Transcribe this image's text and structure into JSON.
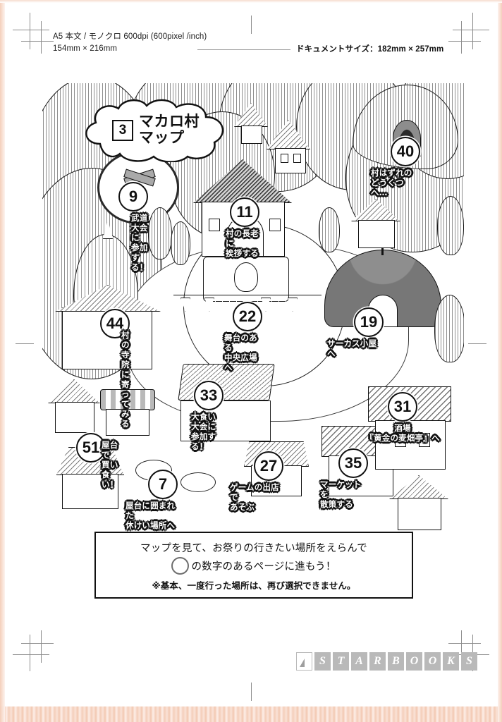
{
  "header": {
    "spec_left": "A5 本文 / モノクロ 600dpi (600pixel /inch)\n154mm × 216mm",
    "spec_right": "ドキュメントサイズ：182mm × 257mm"
  },
  "title": {
    "chapter_number": "3",
    "text": "マカロ村\nマップ"
  },
  "map": {
    "markers": [
      {
        "number": "9",
        "label": "武道大会に\n参加する！"
      },
      {
        "number": "11",
        "label": "村の長老に\n挨拶する"
      },
      {
        "number": "40",
        "label": "村はずれの\nどうくつへ…"
      },
      {
        "number": "44",
        "label": "村の寺院に\n寄ってみる"
      },
      {
        "number": "22",
        "label": "舞台のある\n中央広場へ"
      },
      {
        "number": "19",
        "label": "サーカス小屋へ"
      },
      {
        "number": "33",
        "label": "大食い大会に\n参加する！"
      },
      {
        "number": "31",
        "label": "酒場\n『黄金の麦畑亭』へ"
      },
      {
        "number": "51",
        "label": "屋台で\n買い食い！"
      },
      {
        "number": "7",
        "label": "屋台に囲まれた\n休けい場所へ"
      },
      {
        "number": "27",
        "label": "ゲームの出店で\nあそぶ"
      },
      {
        "number": "35",
        "label": "マーケットを\n散策する"
      }
    ]
  },
  "instruction": {
    "line1": "マップを見て、お祭りの行きたい場所をえらんで",
    "line2": "の数字のあるページに進もう！",
    "line3": "※基本、一度行った場所は、再び選択できません。"
  },
  "footer": {
    "logo_letters": [
      "S",
      "T",
      "A",
      "R",
      "B",
      "O",
      "O",
      "K",
      "S"
    ]
  },
  "colors": {
    "ink": "#111111",
    "paper": "#ffffff",
    "logo_gray": "#b9b9b9",
    "edge_tint": "#f3c9b3"
  }
}
